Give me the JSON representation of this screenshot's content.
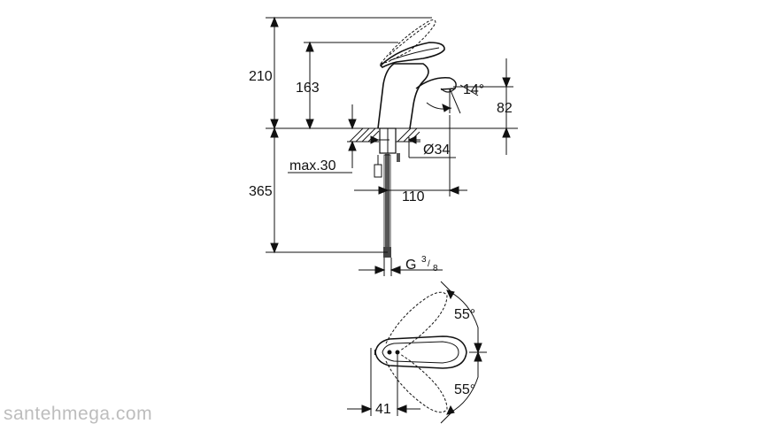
{
  "dimensions": {
    "total_height": "210",
    "spout_height": "163",
    "spout_angle": "14°",
    "spout_clearance": "82",
    "hole_diameter": "Ø34",
    "max_thickness": "max.30",
    "below_deck": "365",
    "spout_reach": "110",
    "thread": "G",
    "thread_num": "3",
    "thread_den": "8",
    "rotation_top": "55°",
    "rotation_bottom": "55°",
    "lever_width": "41"
  },
  "watermark": "santehmega.com"
}
